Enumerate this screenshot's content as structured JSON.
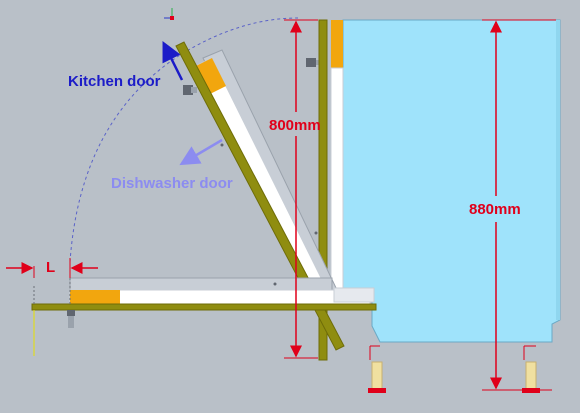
{
  "labels": {
    "kitchen_door": "Kitchen door",
    "dishwasher_door": "Dishwasher door",
    "dim_800": "800mm",
    "dim_880": "880mm",
    "dim_L": "L"
  },
  "colors": {
    "background": "#b9c0c8",
    "cabinet": "#9fe3fb",
    "cabinet_edge": "#6aa9c6",
    "door_board": "#8f8d10",
    "door_board_dark": "#6e6c08",
    "inner_panel": "#ffffff",
    "frame_gray": "#c8ced6",
    "hinge_orange": "#f2a60e",
    "dimension_red": "#e0001a",
    "kitchen_label": "#1c1cc8",
    "dishwasher_label": "#8c8cf0",
    "arc_dash": "#5a62c8",
    "foot_cream": "#f0e0a0",
    "foot_red": "#e0001a"
  },
  "icons": {
    "axis_marker": "axis-triad-icon",
    "kitchen_arrow": "arrow-up-left-icon",
    "dishwasher_arrow": "arrow-down-left-icon"
  }
}
